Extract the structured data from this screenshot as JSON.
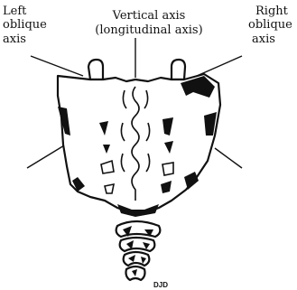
{
  "labels": {
    "left_axis": [
      "Left",
      "oblique",
      "axis"
    ],
    "vertical_axis": [
      "Vertical axis",
      "(longitudinal axis)"
    ],
    "right_axis": [
      "Right",
      "oblique",
      "axis"
    ]
  },
  "signature": "DJD",
  "colors": {
    "ink": "#111111",
    "background": "#ffffff"
  }
}
